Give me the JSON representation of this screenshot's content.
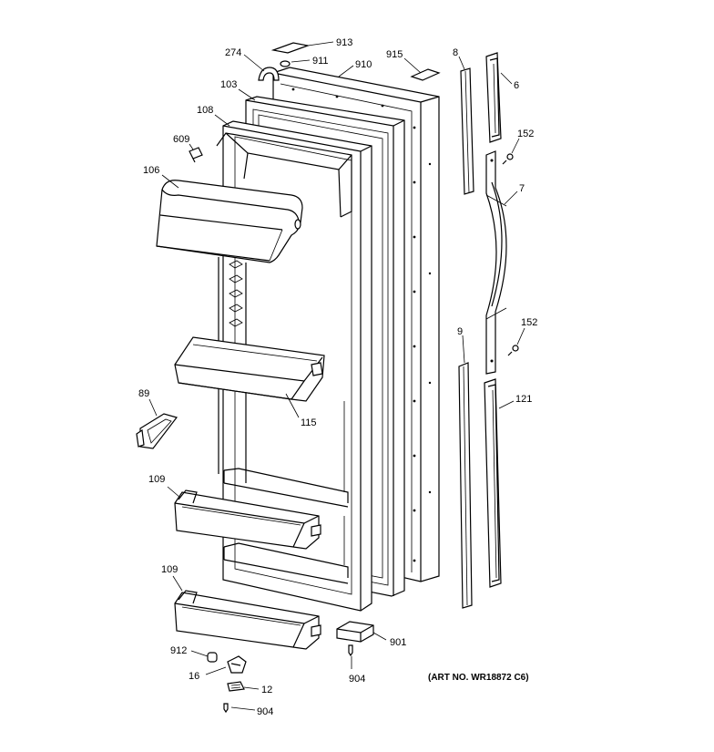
{
  "labels": {
    "p913": "913",
    "p274": "274",
    "p911": "911",
    "p910": "910",
    "p915": "915",
    "p8": "8",
    "p6": "6",
    "p103": "103",
    "p108": "108",
    "p609": "609",
    "p106": "106",
    "p152a": "152",
    "p7": "7",
    "p152b": "152",
    "p9": "9",
    "p89": "89",
    "p115": "115",
    "p121": "121",
    "p109a": "109",
    "p109b": "109",
    "p901": "901",
    "p912": "912",
    "p16": "16",
    "p12": "12",
    "p904a": "904",
    "p904b": "904"
  },
  "art_number": "(ART NO. WR18872 C6)"
}
